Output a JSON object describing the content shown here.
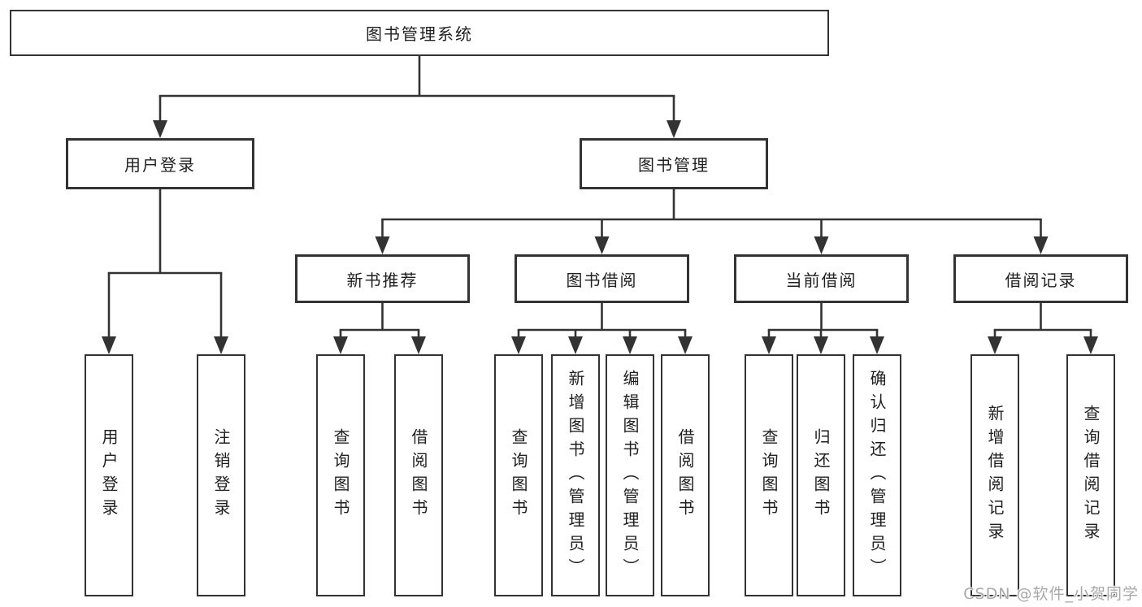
{
  "diagram": {
    "root": {
      "label": "图书管理系统"
    },
    "level1": [
      {
        "label": "用户登录",
        "children": [
          "用户登录",
          "注销登录"
        ]
      },
      {
        "label": "图书管理",
        "sections": [
          {
            "label": "新书推荐",
            "children": [
              "查询图书",
              "借阅图书"
            ]
          },
          {
            "label": "图书借阅",
            "children": [
              "查询图书",
              "新增图书（管理员）",
              "编辑图书（管理员）",
              "借阅图书"
            ]
          },
          {
            "label": "当前借阅",
            "children": [
              "查询图书",
              "归还图书",
              "确认归还（管理员）"
            ]
          },
          {
            "label": "借阅记录",
            "children": [
              "新增借阅记录",
              "查询借阅记录"
            ]
          }
        ]
      }
    ]
  },
  "watermark": {
    "text": "CSDN @软件_小贺同学"
  },
  "colors": {
    "line": "#333333",
    "box_border": "#333333",
    "text": "#1f1f1f",
    "watermark": "#a9a9a9",
    "background": "#ffffff"
  }
}
